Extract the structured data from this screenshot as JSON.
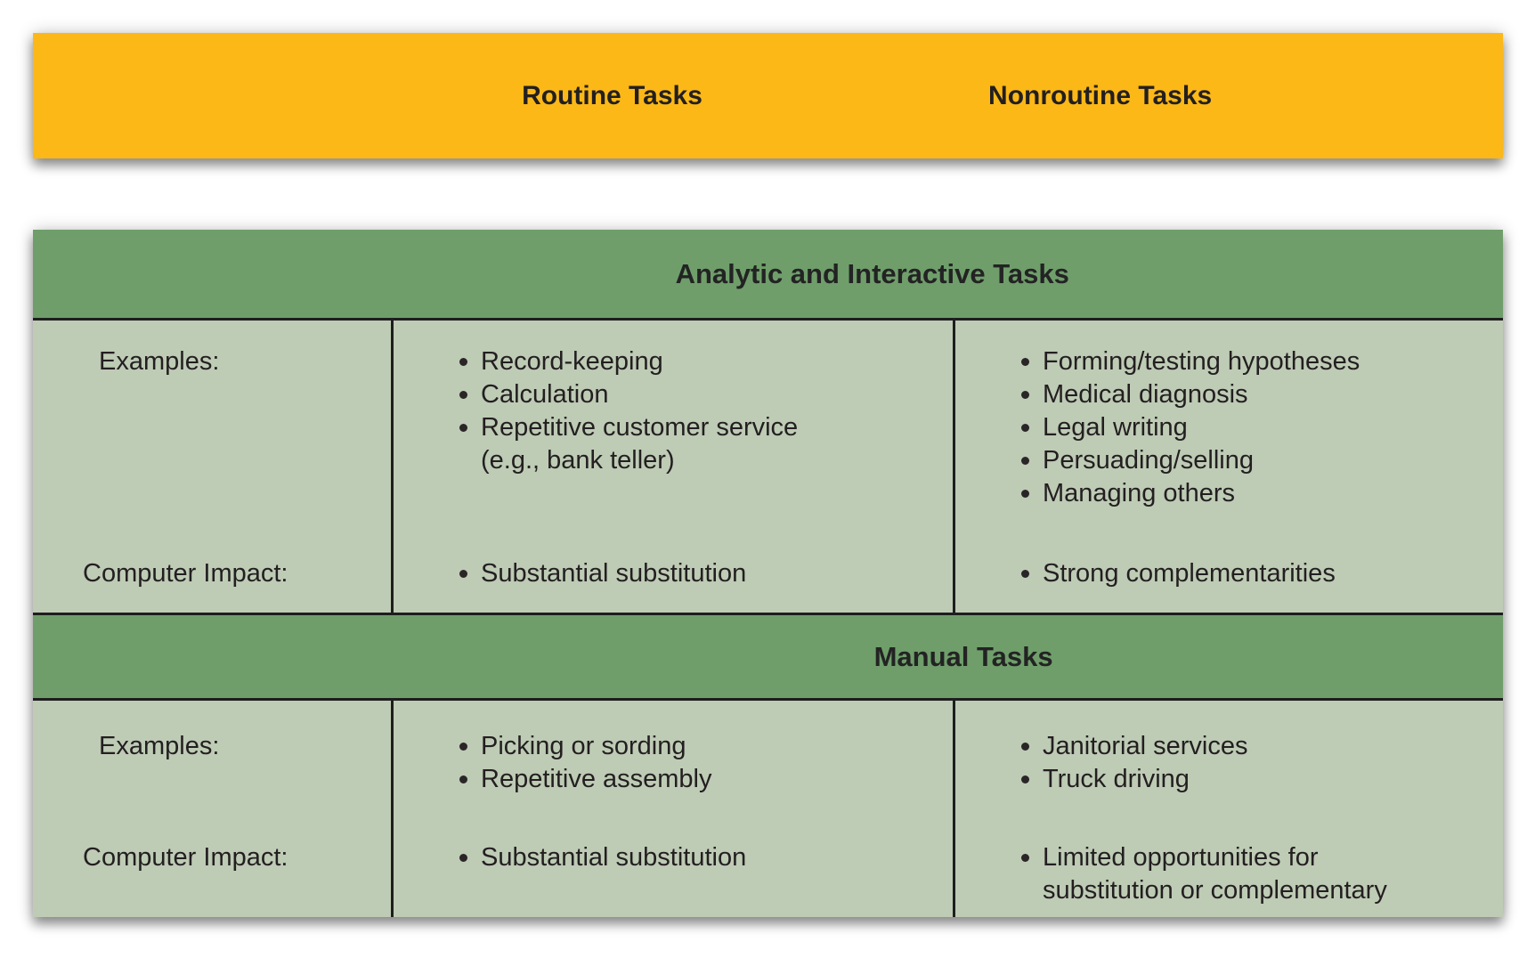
{
  "header": {
    "routine_label": "Routine Tasks",
    "nonroutine_label": "Nonroutine Tasks"
  },
  "table": {
    "sections": [
      {
        "title": "Analytic and Interactive Tasks",
        "examples_label": "Examples:",
        "impact_label": "Computer Impact:",
        "routine_examples": [
          "Record-keeping",
          "Calculation",
          "Repetitive customer service\n(e.g., bank teller)"
        ],
        "nonroutine_examples": [
          "Forming/testing hypotheses",
          "Medical diagnosis",
          "Legal writing",
          "Persuading/selling",
          "Managing others"
        ],
        "routine_impact": [
          "Substantial substitution"
        ],
        "nonroutine_impact": [
          "Strong complementarities"
        ]
      },
      {
        "title": "Manual Tasks",
        "examples_label": "Examples:",
        "impact_label": "Computer Impact:",
        "routine_examples": [
          "Picking or sording",
          "Repetitive assembly"
        ],
        "nonroutine_examples": [
          "Janitorial services",
          "Truck driving"
        ],
        "routine_impact": [
          "Substantial substitution"
        ],
        "nonroutine_impact": [
          "Limited opportunities for\nsubstitution or complementary"
        ]
      }
    ]
  },
  "colors": {
    "header_yellow": "#FBB817",
    "band_green": "#6F9E6B",
    "cell_green": "#BECBB5",
    "text": "#231F20",
    "border": "#1E1E1E"
  }
}
